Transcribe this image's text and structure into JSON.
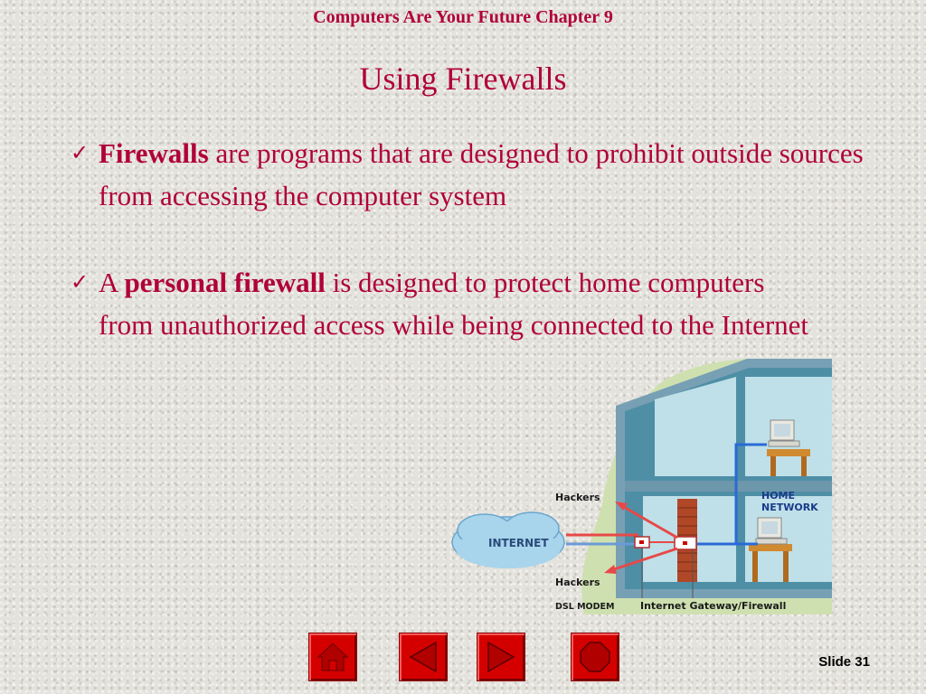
{
  "header": {
    "title": "Computers Are Your Future  Chapter 9"
  },
  "slide": {
    "title": "Using Firewalls",
    "bullets": [
      {
        "bold": "Firewalls",
        "text": " are programs that are designed to prohibit outside sources from accessing the computer system"
      },
      {
        "prefix": "A ",
        "bold": "personal firewall",
        "text": " is designed to protect home computers from unauthorized access while being connected to the Internet"
      }
    ],
    "diagram": {
      "internet_label": "INTERNET",
      "hackers_top_label": "Hackers",
      "hackers_bottom_label": "Hackers",
      "dsl_modem_label": "DSL MODEM",
      "gateway_label": "Internet Gateway/Firewall",
      "home_network_label_1": "HOME",
      "home_network_label_2": "NETWORK"
    }
  },
  "nav": {
    "buttons": [
      {
        "name": "home",
        "icon": "home-icon"
      },
      {
        "name": "previous",
        "icon": "arrow-left-icon"
      },
      {
        "name": "next",
        "icon": "arrow-right-icon"
      },
      {
        "name": "end",
        "icon": "octagon-icon"
      }
    ]
  },
  "footer": {
    "slide_number": "Slide 31"
  },
  "colors": {
    "title": "#b0003a",
    "nav": "#d40000"
  }
}
